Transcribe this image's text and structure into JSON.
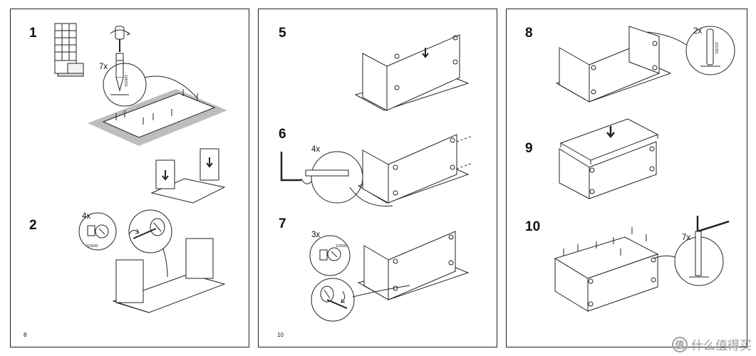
{
  "pages": [
    {
      "number": "8",
      "steps": [
        {
          "label": "1",
          "quantity": "7x"
        },
        {
          "label": "2",
          "quantity": "4x"
        }
      ]
    },
    {
      "number": "10",
      "steps": [
        {
          "label": "5"
        },
        {
          "label": "6",
          "quantity": "4x"
        },
        {
          "label": "7",
          "quantity": "3x"
        }
      ]
    },
    {
      "steps": [
        {
          "label": "8",
          "quantity": "2x"
        },
        {
          "label": "9"
        },
        {
          "label": "10",
          "quantity": "7x"
        }
      ]
    }
  ],
  "watermark": {
    "text": "什么值得买",
    "logo": "值"
  },
  "colors": {
    "line": "#222222",
    "rug": "#bdbdbd",
    "fill": "#ffffff"
  },
  "icons": [
    "screwdriver-icon",
    "dowel-icon",
    "cam-lock-icon",
    "allen-key-icon",
    "down-arrow-icon",
    "rotate-arrow-icon",
    "bookcase-icon"
  ]
}
